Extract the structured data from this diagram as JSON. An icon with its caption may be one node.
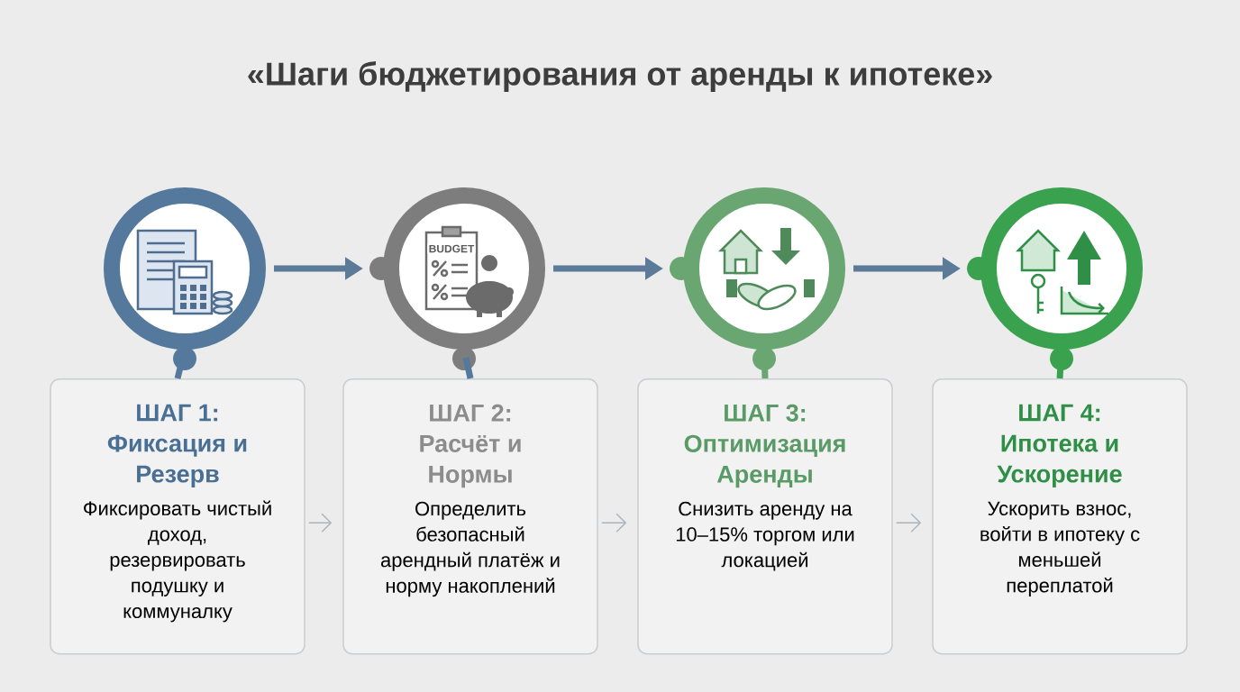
{
  "diagram": {
    "title": "«Шаги бюджетирования от аренды к ипотеке»",
    "nodes": [
      {
        "text": [],
        "shape": "circle"
      },
      {
        "text": [],
        "shape": "circle"
      },
      {
        "text": [],
        "shape": "circle"
      },
      {
        "text": [],
        "shape": "circle"
      },
      {
        "text": [
          "ШАГ 1: Фиксация и Резерв",
          "Фиксировать чистый доход, резервировать подушку и коммуналку"
        ]
      },
      {
        "text": [
          "ШАГ 2: Расчёт и Нормы",
          "Определить безопасный арендный платёж и норму накоплений"
        ]
      },
      {
        "text": [
          "ШАГ 3: Оптимизация Аренды",
          "Снизить аренду на 10–15% торгом или локацией"
        ]
      },
      {
        "text": [
          "ШАГ 4: Ипотека и Ускорение",
          "Ускорить взнос, войти в ипотеку с меньшей переплатой"
        ]
      }
    ],
    "edges": [
      {
        "from": 0,
        "to": 1,
        "arrow": "to",
        "color": "#5b7b99"
      },
      {
        "from": 1,
        "to": 2,
        "arrow": "to",
        "color": "#5b7b99"
      },
      {
        "from": 2,
        "to": 3,
        "arrow": "to",
        "color": "#5b7b99"
      },
      {
        "from": 0,
        "to": 4,
        "arrow": "none",
        "color": "#55799c"
      },
      {
        "from": 1,
        "to": 5,
        "arrow": "none",
        "color": "#55799c"
      },
      {
        "from": 2,
        "to": 6,
        "arrow": "none",
        "color": "#6aa672"
      },
      {
        "from": 3,
        "to": 7,
        "arrow": "none",
        "color": "#3aa14f"
      },
      {
        "from": 4,
        "to": 5,
        "arrow": "to",
        "color": "#a9b4bd"
      },
      {
        "from": 5,
        "to": 6,
        "arrow": "to",
        "color": "#a9b4bd"
      },
      {
        "from": 6,
        "to": 7,
        "arrow": "to",
        "color": "#a9b4bd"
      }
    ],
    "labels": [
      "BUDGET"
    ]
  }
}
